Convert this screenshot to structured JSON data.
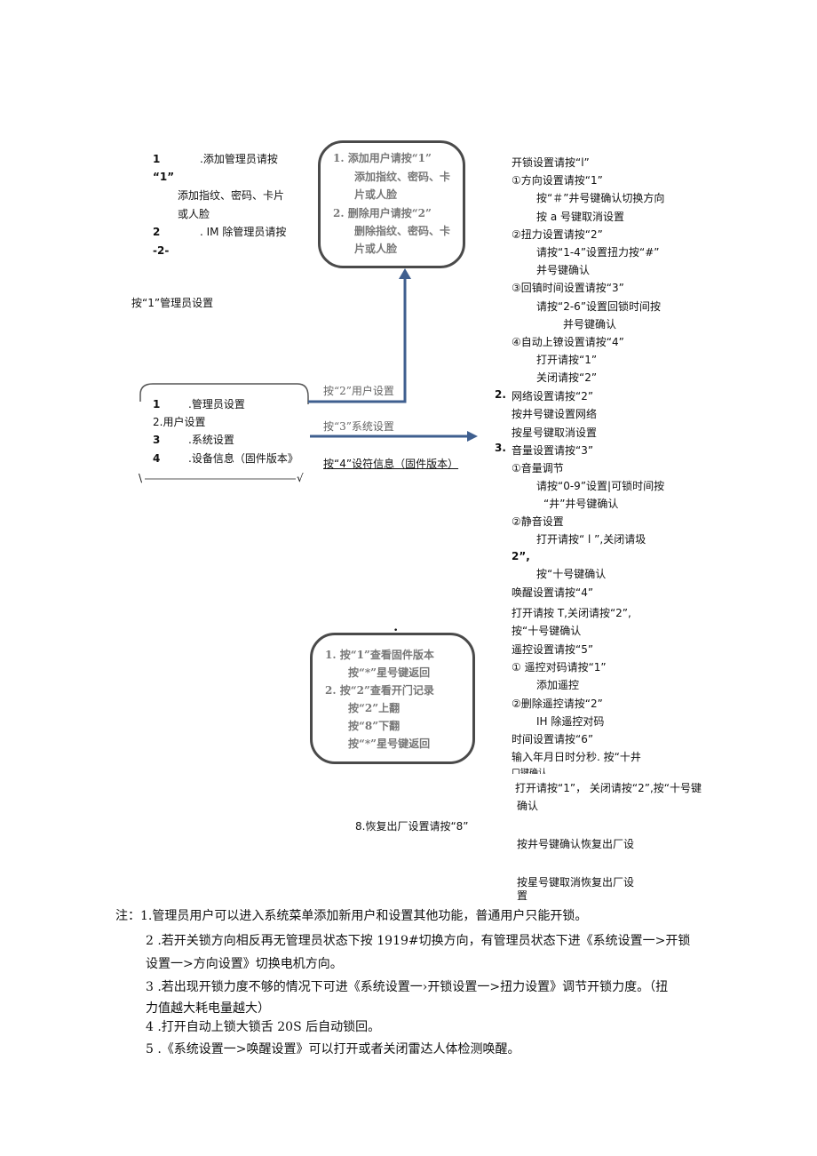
{
  "left_admin": {
    "item1_num": "1",
    "item1_text": ".添加管理员请按",
    "item1_key": "“1”",
    "item1_sub1": "添加指纹、密码、卡片",
    "item1_sub2": "或人脸",
    "item2_num": "2",
    "item2_text": ". IM 除管理员请按",
    "item2_key": "-2-"
  },
  "admin_caption": "按“1”管理员设置",
  "user_box": {
    "line1": "1.  添加用户请按“1”",
    "line2": "添加指纹、密码、卡",
    "line3": "片或人脸",
    "line4": "2.  删除用户请按“2”",
    "line5": "删除指纹、密码、卡",
    "line6": "片或人脸"
  },
  "main_menu": {
    "item1_num": "1",
    "item1_text": ".管理员设置",
    "item2_text": "2.用户设置",
    "item3_num": "3",
    "item3_text": ".系统设置",
    "item4_num": "4",
    "item4_text": ".设备信息（固件版本》",
    "bottom_left": "\\",
    "bottom_right": "√"
  },
  "arrows": {
    "user_label": "按“2”用户设置",
    "system_label": "按“3”系统设置",
    "info_label": "按“4”设符信息（固件版本）"
  },
  "info_box": {
    "dot": "•",
    "line1": "1.  按“1”查看固件版本",
    "line2": "按“*”星号键返回",
    "line3": "2.  按“2”查看开门记录",
    "line4": "按“2”上翻",
    "line5": "按“8”下翻",
    "line6": "按“*”星号键返回"
  },
  "right_column": {
    "r1": "开锁设置请按“l”",
    "r2": "①方向设置请按“1”",
    "r3": "按“＃”井号键确认切换方向",
    "r4": "按 a 号键取消设置",
    "r5": "②扭力设置请按“2”",
    "r6": "请按“1-4”设置扭力按“#”",
    "r7": "并号键确认",
    "r8": "③回镇时间设置请按“3”",
    "r9": "请按“2-6”设置回锁时间按",
    "r10": "并号键确认",
    "r11": "④自动上镣设置请按“4”",
    "r12": "打开请按“1”",
    "r13": "关闭请按“2”",
    "r14_num": "2.",
    "r14": "网络设置请按“2”",
    "r15": "按井号键设置网络",
    "r16": "按星号键取消设置",
    "r17_num": "3.",
    "r17": "音量设置请按“3”",
    "r18": "①音量调节",
    "r19": "请按“0-9”设置|可锁时间按",
    "r20": "“井”井号键确认",
    "r21": "②静音设置",
    "r22": "打开请按“ l ”,关闭请圾",
    "r23": "2”,",
    "r24": "按“十号键确认",
    "r25": "唤醒设置请按“4”",
    "r26": "打开请按 T,关闭请按“2”,",
    "r27": "按“十号键确认",
    "r28": "遥控设置请按“5”",
    "r29": "①  遥控对码请按“1”",
    "r30": "添加遥控",
    "r31": "②删除遥控请按“2”",
    "r32": "IH 除遥控对码",
    "r33": "时间设置请按“6”",
    "r34": "输入年月日时分秒. 按“十井",
    "r35": "口键确认",
    "r36": "打开请按“1”，  关闭请按“2”,按“十号键",
    "r37": "确认",
    "r38": "按井号键确认恢复出厂设",
    "r39": "按星号键取消恢复出厂设",
    "r40": "置"
  },
  "factory_label": "8.恢复出厂设置请按“8”",
  "notes": {
    "n1": "注：1.管理员用户可以进入系统菜单添加新用户和设置其他功能，普通用户只能开锁。",
    "n2": "2  .若开关锁方向相反再无管理员状态下按 1919#切换方向，有管理员状态下进《系统设置一>开锁",
    "n2b": "设置一>方向设置》切换电机方向。",
    "n3": "3  .若出现开锁力度不够的情况下可进《系统设置一›开锁设置一>扭力设置》调节开锁力度。（扭",
    "n3b": "力值越大耗电量越大）",
    "n4": "4  .打开自动上锁大锁舌 20S 后自动锁回。",
    "n5": "5  .《系统设置一>唤醒设置》可以打开或者关闭雷达人体检测唤醒。"
  }
}
